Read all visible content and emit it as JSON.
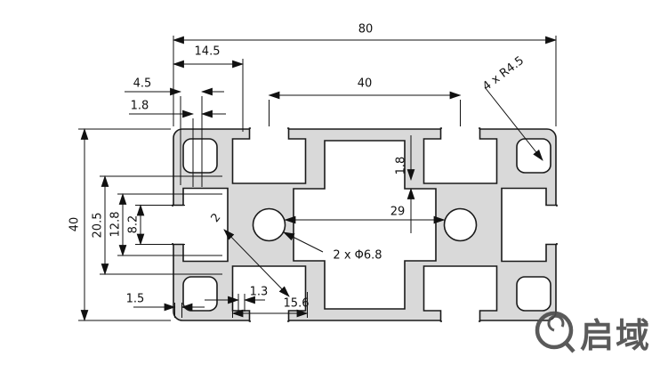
{
  "dimensions": {
    "overall_width": "80",
    "overall_height": "40",
    "slot_pitch": "40",
    "edge_to_slot": "14.5",
    "lip_offset": "4.5",
    "top_wall": "1.8",
    "inner_wall": "1.8",
    "left_span": "20.5",
    "slot_cavity_height": "12.8",
    "slot_opening": "8.2",
    "center_cavity_width": "29",
    "web_thickness": "2",
    "core_holes": "2 x Φ6.8",
    "corner_radius": "4 x R4.5",
    "bottom_lip": "1.3",
    "slot_cavity_width": "15.6",
    "bottom_wall": "1.5"
  },
  "watermark": {
    "text": "启域"
  },
  "colors": {
    "profile_fill": "#d9d9d9",
    "stroke": "#1a1a1a",
    "dim_color": "#111111",
    "background": "#ffffff",
    "watermark_color": "#4d4d4d"
  }
}
